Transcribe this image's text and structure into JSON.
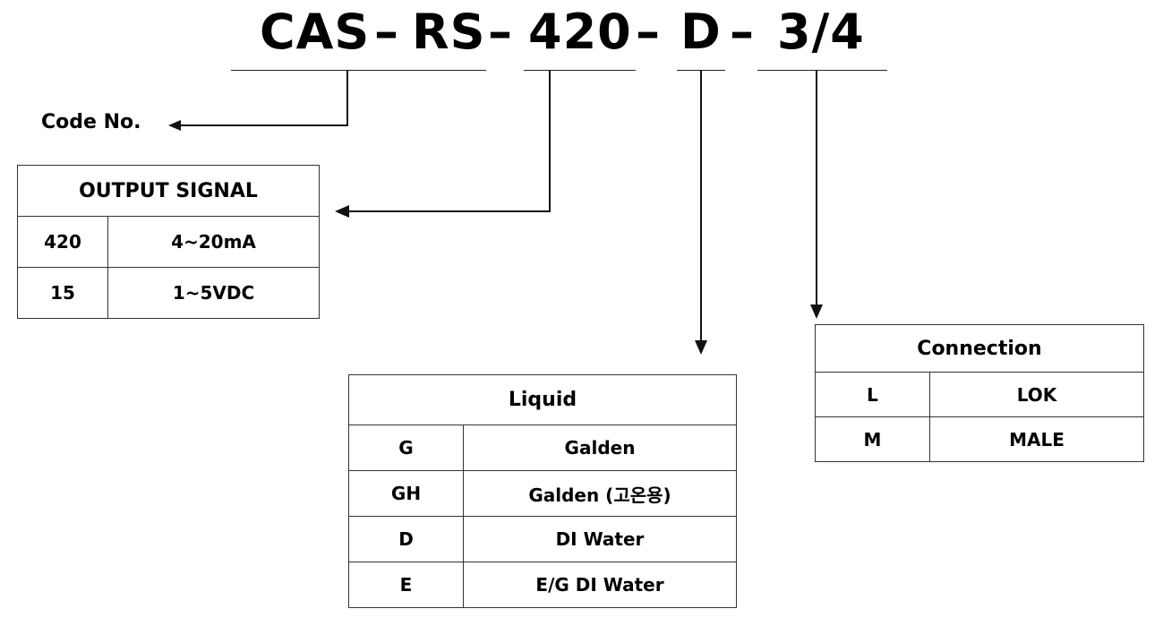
{
  "code": {
    "parts": [
      "CAS",
      "RS",
      "420",
      "D",
      "3/4"
    ],
    "separator": "–"
  },
  "code_no_label": "Code No.",
  "output_signal": {
    "title": "OUTPUT  SIGNAL",
    "rows": [
      {
        "code": "420",
        "value": "4~20mA"
      },
      {
        "code": "15",
        "value": "1~5VDC"
      }
    ]
  },
  "liquid": {
    "title": "Liquid",
    "rows": [
      {
        "code": "G",
        "value": "Galden"
      },
      {
        "code": "GH",
        "value": "Galden (고온용)"
      },
      {
        "code": "D",
        "value": "DI Water"
      },
      {
        "code": "E",
        "value": "E/G DI Water"
      }
    ]
  },
  "connection": {
    "title": "Connection",
    "rows": [
      {
        "code": "L",
        "value": "LOK"
      },
      {
        "code": "M",
        "value": "MALE"
      }
    ]
  }
}
